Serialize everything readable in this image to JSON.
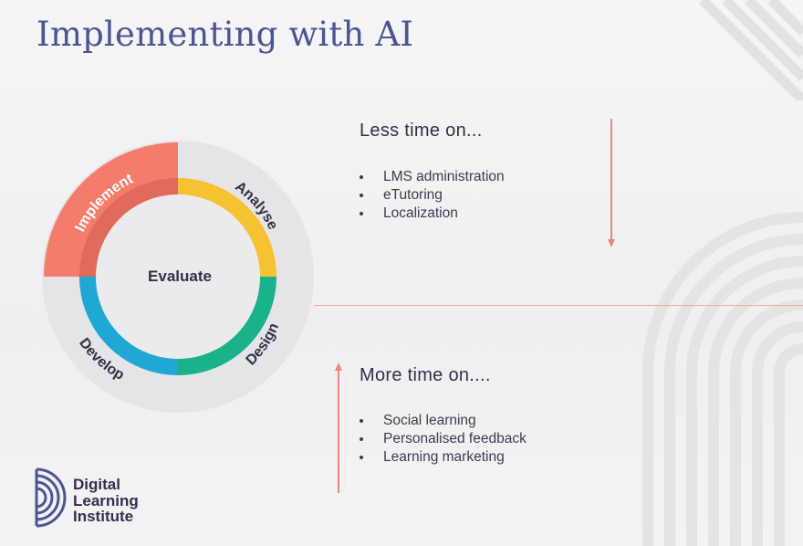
{
  "title": "Implementing with AI",
  "cycle": {
    "center": "Evaluate",
    "phases": [
      "Implement",
      "Analyse",
      "Design",
      "Develop"
    ],
    "highlighted": "Implement",
    "colors": {
      "highlight": "#f47c6b",
      "outer": "#e5e5e8",
      "analyse": "#f5c231",
      "design": "#1ab289",
      "develop": "#20a8d4",
      "implement_inner": "#e06a5c"
    }
  },
  "less": {
    "heading": "Less time on...",
    "items": [
      "LMS administration",
      "eTutoring",
      "Localization"
    ]
  },
  "more": {
    "heading": "More time on....",
    "items": [
      "Social learning",
      "Personalised feedback",
      "Learning marketing"
    ]
  },
  "arrow_color": "#e8887a",
  "logo": {
    "lines": [
      "Digital",
      "Learning",
      "Institute"
    ],
    "color": "#4a5592"
  }
}
